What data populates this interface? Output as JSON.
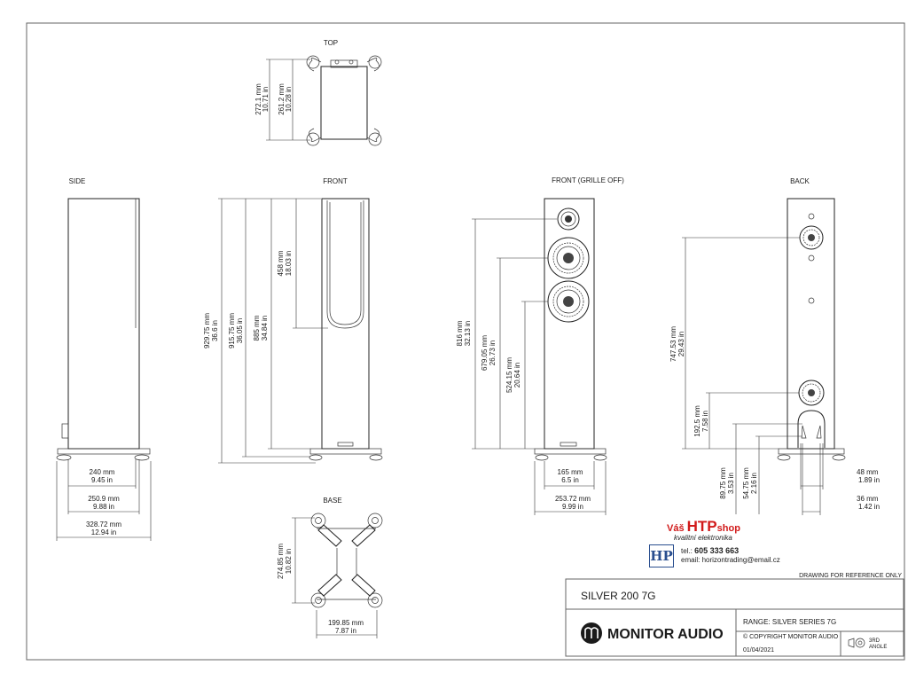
{
  "views": {
    "top": "TOP",
    "side": "SIDE",
    "front": "FRONT",
    "front_grille_off": "FRONT (GRILLE OFF)",
    "back": "BACK",
    "base": "BASE"
  },
  "dimensions": {
    "top_depth": [
      "272.1 mm",
      "10.71 in"
    ],
    "top_inner": [
      "261.2 mm",
      "10.28 in"
    ],
    "front_h1": [
      "929.75 mm",
      "36.6 in"
    ],
    "front_h2": [
      "915.75 mm",
      "36.05 in"
    ],
    "front_h3": [
      "885 mm",
      "34.84 in"
    ],
    "front_h4": [
      "458 mm",
      "18.03 in"
    ],
    "side_w1": [
      "240 mm",
      "9.45 in"
    ],
    "side_w2": [
      "250.9 mm",
      "9.88 in"
    ],
    "side_w3": [
      "328.72 mm",
      "12.94 in"
    ],
    "fg_h1": [
      "816 mm",
      "32.13 in"
    ],
    "fg_h2": [
      "679.05 mm",
      "26.73 in"
    ],
    "fg_h3": [
      "524.15 mm",
      "20.64 in"
    ],
    "fg_w1": [
      "165 mm",
      "6.5 in"
    ],
    "fg_w2": [
      "253.72 mm",
      "9.99 in"
    ],
    "back_h1": [
      "747.53 mm",
      "29.43 in"
    ],
    "back_h2": [
      "192.5 mm",
      "7.58 in"
    ],
    "back_h3": [
      "89.75 mm",
      "3.53 in"
    ],
    "back_h4": [
      "54.75 mm",
      "2.16 in"
    ],
    "back_w1": [
      "48 mm",
      "1.89 in"
    ],
    "back_w2": [
      "36 mm",
      "1.42 in"
    ],
    "base_h": [
      "274.85 mm",
      "10.82 in"
    ],
    "base_w": [
      "199.85 mm",
      "7.87 in"
    ]
  },
  "shop": {
    "prefix": "Váš ",
    "brand": "HTP",
    "suffix": "shop",
    "tagline": "kvalitní elektronika",
    "logo": "HP",
    "tel_label": "tel.: ",
    "tel": "605 333 663",
    "email": "email: horizontrading@email.cz"
  },
  "title_block": {
    "note": "DRAWING FOR REFERENCE ONLY",
    "model": "SILVER 200 7G",
    "brand": "MONITOR AUDIO",
    "range": "RANGE: SILVER SERIES 7G",
    "copyright": "© COPYRIGHT MONITOR AUDIO",
    "date": "01/04/2021",
    "angle_1": "3RD",
    "angle_2": "ANGLE"
  }
}
